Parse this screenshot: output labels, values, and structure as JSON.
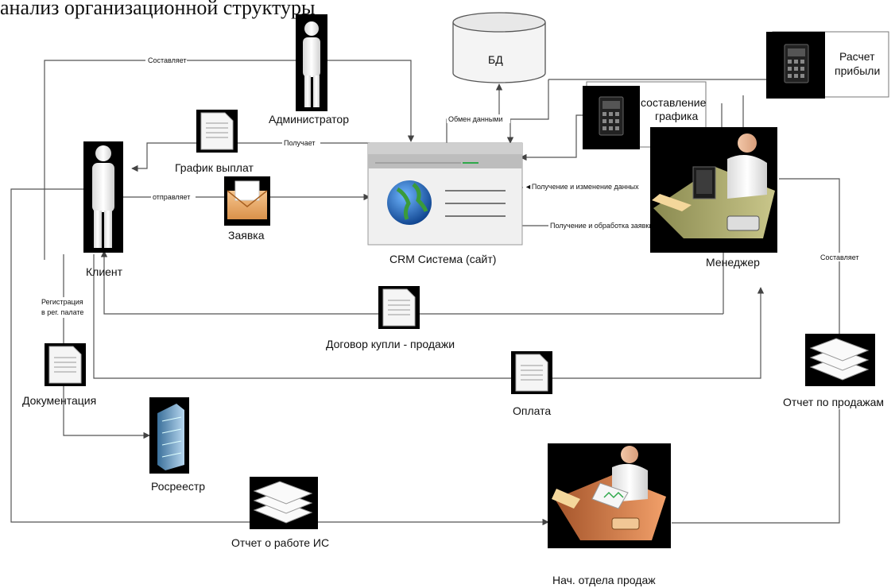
{
  "top_text_fragment": "анализ организационной структуры",
  "nodes": {
    "administrator": "Администратор",
    "client": "Клиент",
    "crm": "CRM Система (сайт)",
    "db": "БД",
    "manager": "Менеджер",
    "payment_schedule": "График выплат",
    "request": "Заявка",
    "payment_schedule_calc": "составление графика выплат",
    "profit_calc": "Расчет прибыли",
    "contract": "Договор купли - продажи",
    "payment": "Оплата",
    "documentation": "Документация",
    "rosreestr": "Росреестр",
    "sales_report": "Отчет по продажам",
    "is_report": "Отчет о работе ИС",
    "head_sales": "Нач. отдела продаж"
  },
  "edges": {
    "composes_1": "Составляет",
    "receives": "Получает",
    "sends": "отправляет",
    "data_exchange": "Обмен данными",
    "get_change_data": "◄Получение и изменение данных",
    "get_process_request": "Получение и обработка заявки",
    "composes_2": "Составляет",
    "registration": "Регистрация в рег. палате"
  }
}
